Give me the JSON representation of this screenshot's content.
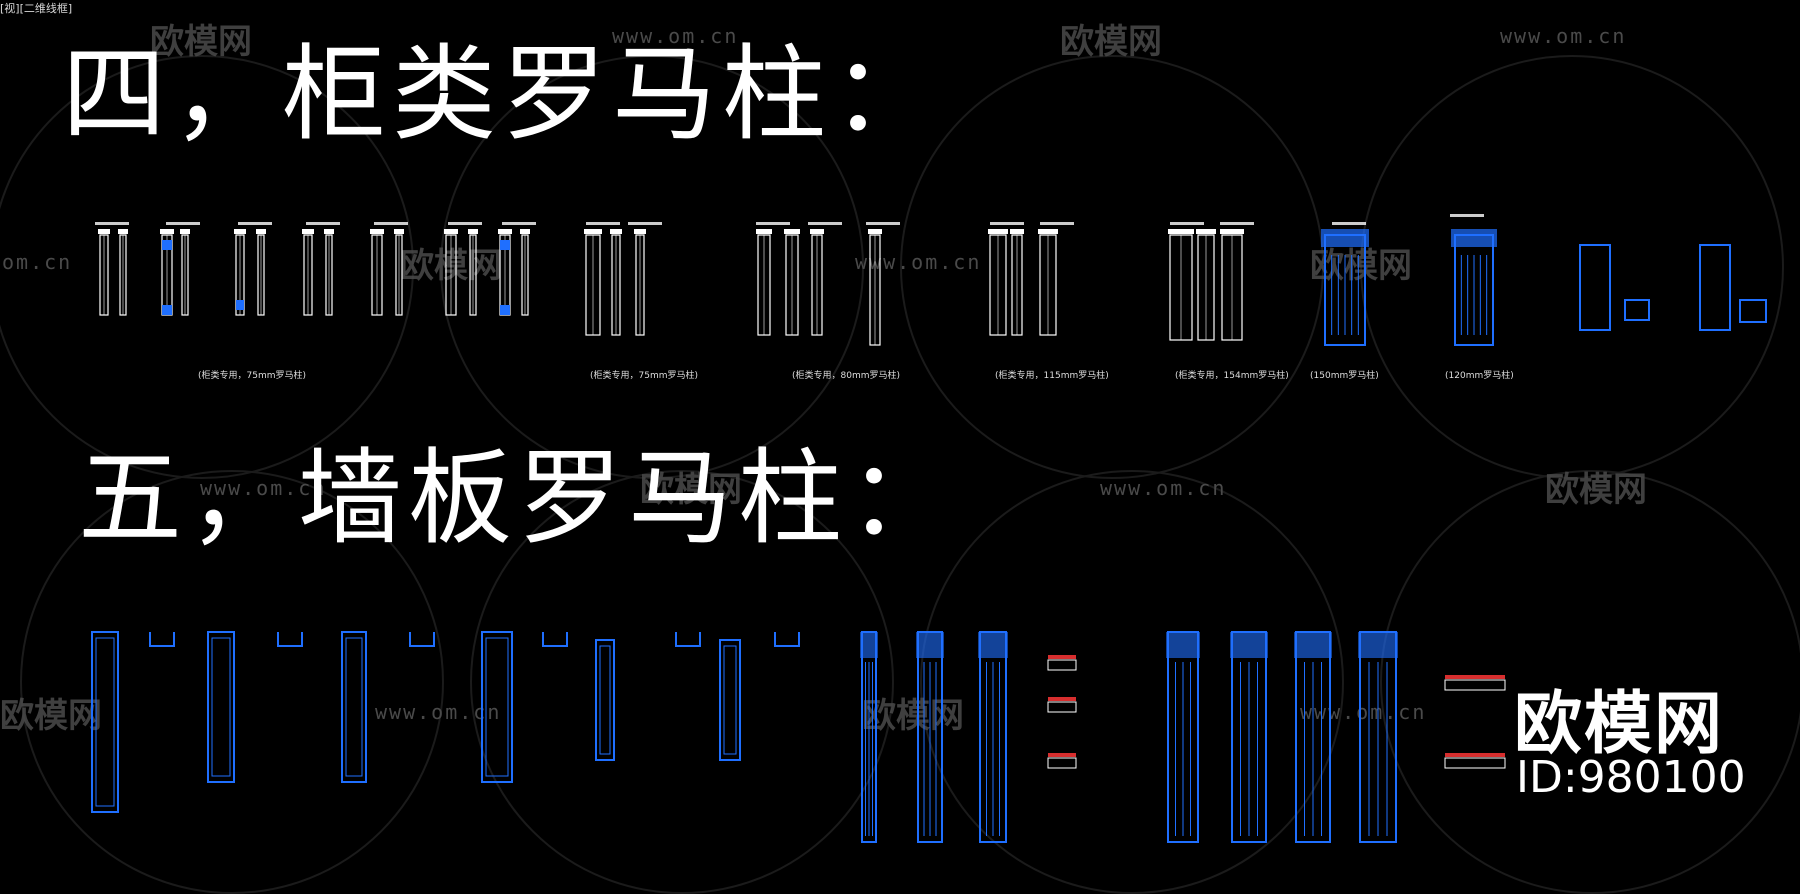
{
  "viewport": {
    "label": "[视][二维线框]"
  },
  "headings": {
    "section4": "四，柜类罗马柱：",
    "section5": "五，墙板罗马柱："
  },
  "watermark": {
    "logo_text": "欧模网",
    "url_text": "www.om.cn",
    "url_fragment": "om.cn"
  },
  "brand": {
    "name": "欧模网",
    "id": "ID:980100"
  },
  "captions": [
    "(柜类专用，75mm罗马柱)",
    "(柜类专用，75mm罗马柱)",
    "(柜类专用，80mm罗马柱)",
    "(柜类专用，115mm罗马柱)",
    "(柜类专用，154mm罗马柱)",
    "(150mm罗马柱)",
    "(120mm罗马柱)"
  ],
  "colors": {
    "background": "#000000",
    "drawing_white": "#ffffff",
    "drawing_blue": "#1f6fff"
  }
}
